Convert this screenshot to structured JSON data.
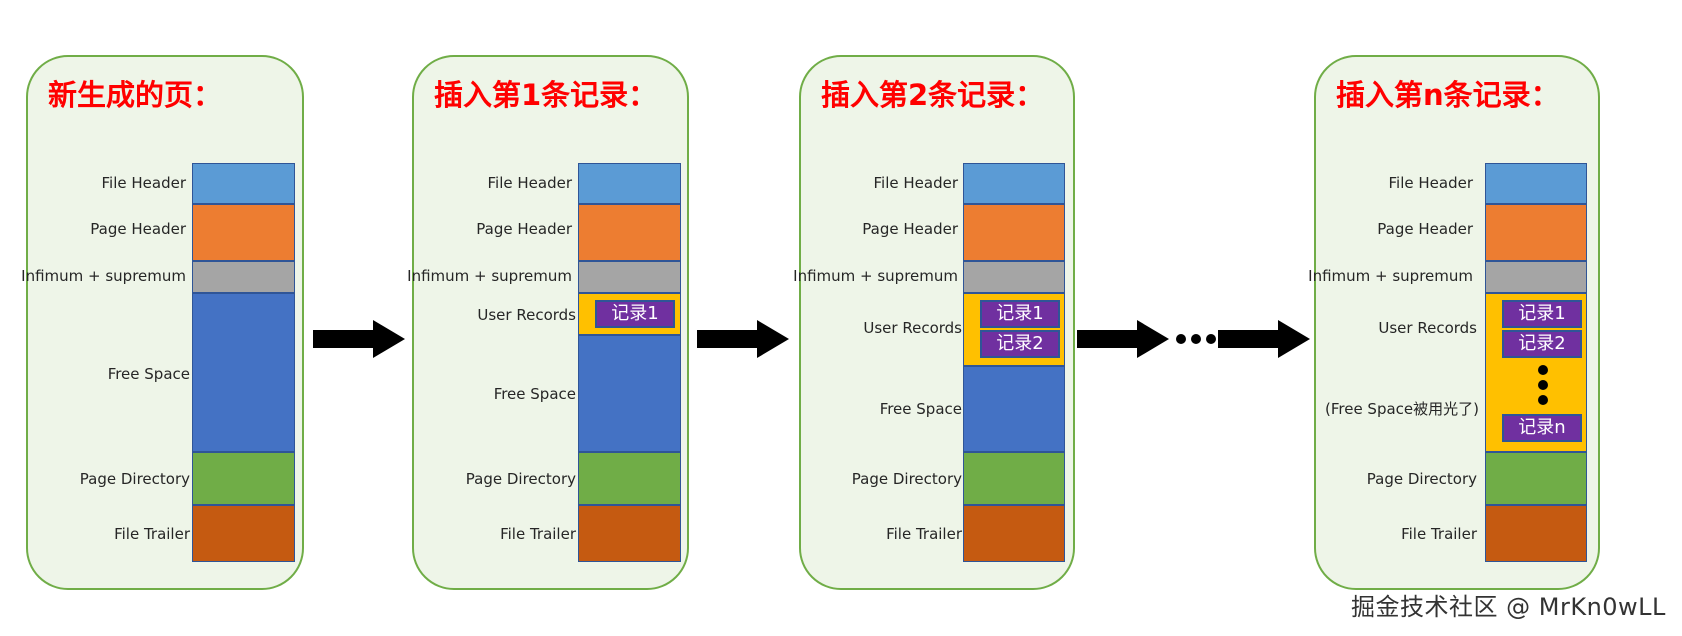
{
  "colors": {
    "title": "#ff0000",
    "panel_bg": "#eef5e8",
    "panel_border": "#70ad47",
    "file_header": "#5b9bd5",
    "page_header": "#ed7d31",
    "infimum": "#a5a5a5",
    "free_space": "#4472c4",
    "user_records": "#ffc000",
    "record": "#7030a0",
    "page_directory": "#70ad47",
    "file_trailer": "#c55a11"
  },
  "labels": {
    "file_header": "File Header",
    "page_header": "Page Header",
    "infimum": "Infimum + supremum",
    "user_records": "User Records",
    "free_space": "Free Space",
    "free_space_used": "(Free Space被用光了)",
    "page_directory": "Page Directory",
    "file_trailer": "File Trailer"
  },
  "panels": [
    {
      "title": "新生成的页：",
      "records": []
    },
    {
      "title": "插入第1条记录：",
      "records": [
        "记录1"
      ]
    },
    {
      "title": "插入第2条记录：",
      "records": [
        "记录1",
        "记录2"
      ]
    },
    {
      "title": "插入第n条记录：",
      "records": [
        "记录1",
        "记录2",
        "记录n"
      ]
    }
  ],
  "watermark": "掘金技术社区 @ MrKn0wLL"
}
